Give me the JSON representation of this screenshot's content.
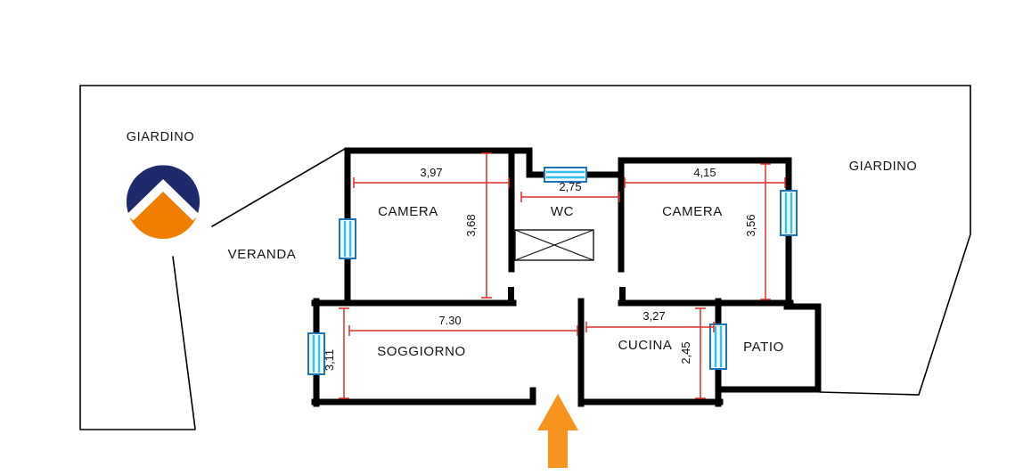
{
  "page": {
    "background": "#ffffff"
  },
  "labels": {
    "giardino_left": "GIARDINO",
    "giardino_right": "GIARDINO",
    "veranda": "VERANDA",
    "camera_left": "CAMERA",
    "wc": "WC",
    "camera_right": "CAMERA",
    "soggiorno": "SOGGIORNO",
    "cucina": "CUCINA",
    "patio": "PATIO"
  },
  "dimensions": {
    "camera_left_width": "3,97",
    "camera_left_depth": "3,68",
    "wc_width": "2,75",
    "camera_right_width": "4,15",
    "camera_right_depth": "3,56",
    "soggiorno_width": "7.30",
    "soggiorno_depth": "3,11",
    "cucina_width": "3,27",
    "cucina_depth": "2,45"
  },
  "colors": {
    "wall": "#000000",
    "dim": "#e02a2a",
    "win_frame": "#1b75bc",
    "win_glass": "#33c1f0",
    "arrow": "#f7941e",
    "logo_blue": "#1f2a6d",
    "logo_orange": "#f07d00"
  },
  "icons": {
    "entrance_arrow": "up-arrow",
    "logo": "blue-orange-roof-circle",
    "window": "cyan-window-symbol",
    "stairs": "crossed-box"
  }
}
